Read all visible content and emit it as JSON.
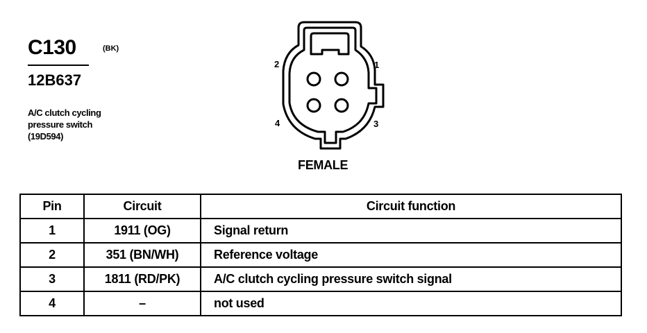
{
  "connector": {
    "id": "C130",
    "color_code": "(BK)",
    "part_number": "12B637",
    "description_lines": [
      "A/C clutch cycling",
      "pressure switch",
      "(19D594)"
    ],
    "gender": "FEMALE",
    "pin_labels": [
      "1",
      "2",
      "3",
      "4"
    ]
  },
  "table": {
    "headers": [
      "Pin",
      "Circuit",
      "Circuit function"
    ],
    "rows": [
      {
        "pin": "1",
        "circuit": "1911 (OG)",
        "function": "Signal return"
      },
      {
        "pin": "2",
        "circuit": "351 (BN/WH)",
        "function": "Reference voltage"
      },
      {
        "pin": "3",
        "circuit": "1811 (RD/PK)",
        "function": "A/C clutch cycling pressure switch  signal"
      },
      {
        "pin": "4",
        "circuit": "–",
        "function": "not used"
      }
    ]
  }
}
